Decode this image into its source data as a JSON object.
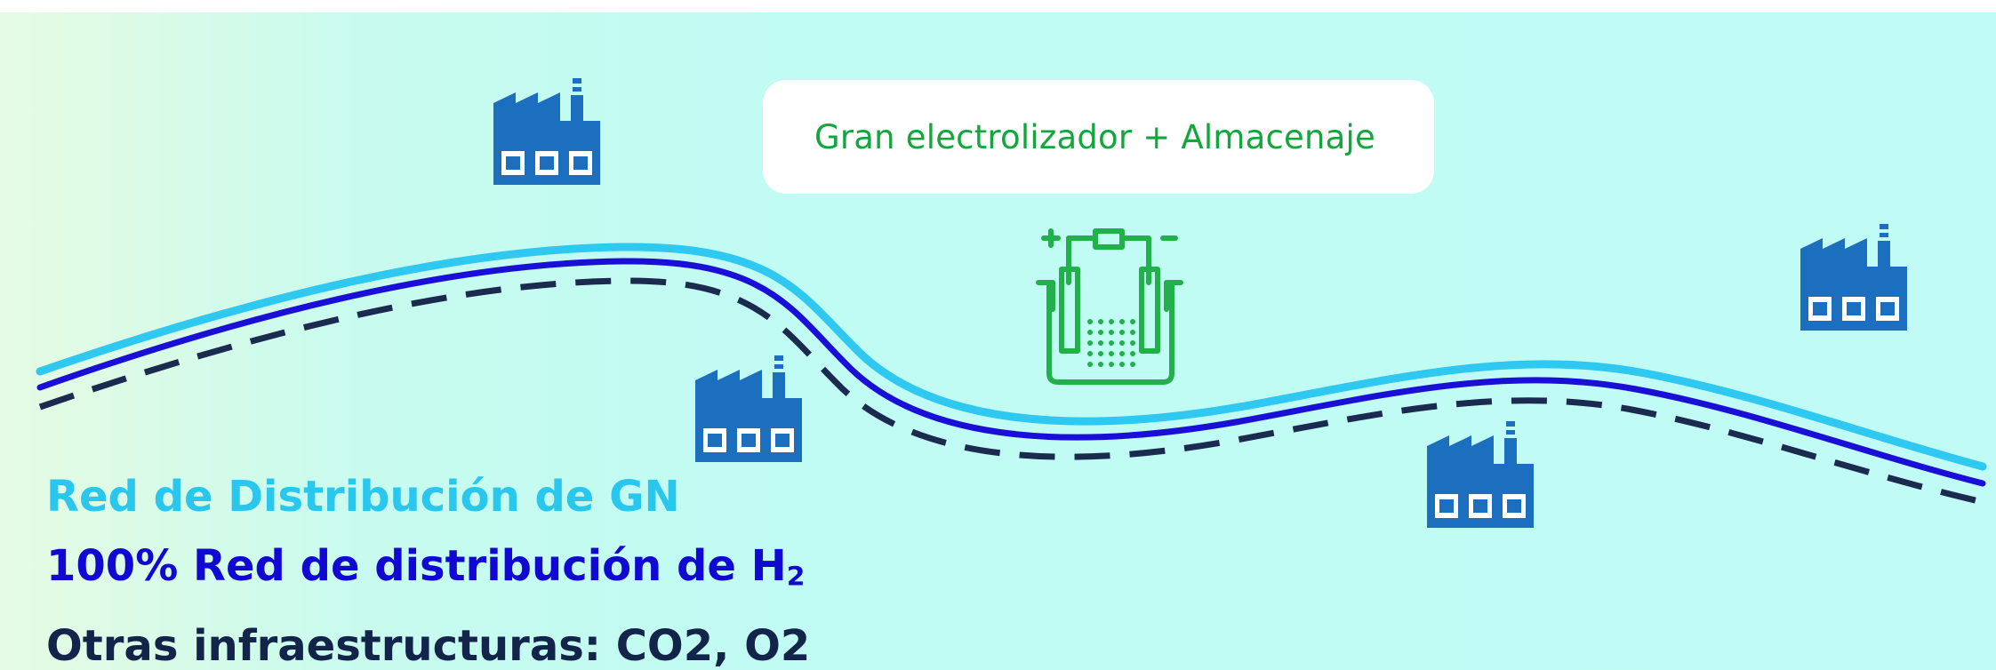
{
  "callout": {
    "text": "Gran electrolizador + Almacenaje"
  },
  "legend": {
    "gn": "Red de Distribución de GN",
    "h2_prefix": "100% Red de distribución de H",
    "h2_subscript": "2",
    "other": "Otras infraestructuras: CO2, O2"
  },
  "colors": {
    "gn_line": "#2ec8f0",
    "h2_line": "#1a0fd6",
    "other_line": "#1b2a4f",
    "factory": "#1b6fbe",
    "electrolyzer": "#22b04a"
  },
  "icons": {
    "factory": "factory-icon",
    "electrolyzer": "electrolyzer-icon"
  }
}
